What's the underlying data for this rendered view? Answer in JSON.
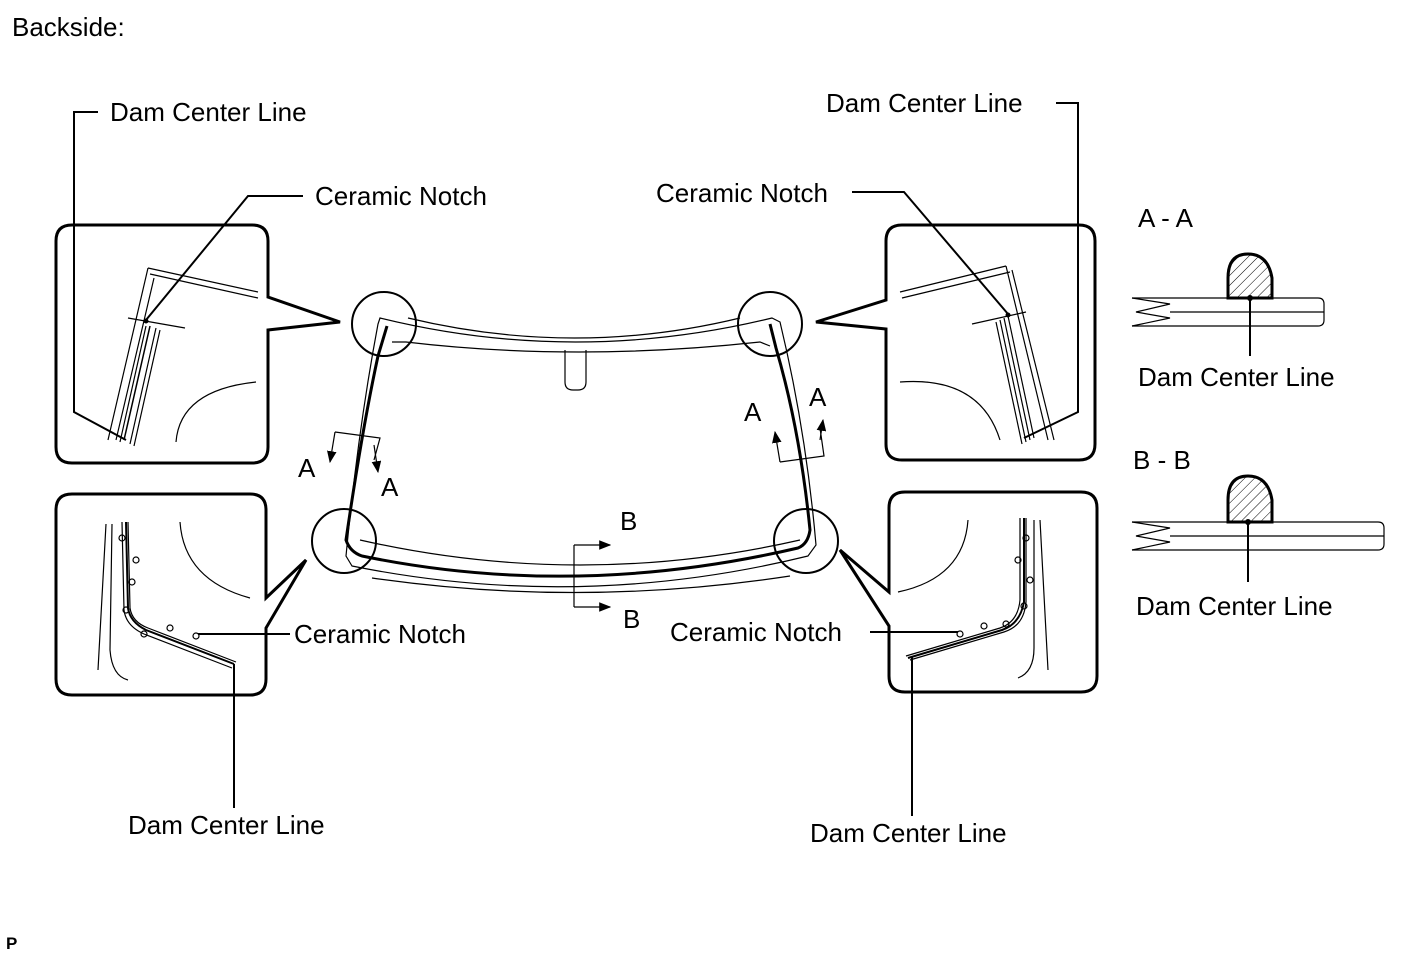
{
  "heading": "Backside:",
  "labels": {
    "dam_center_line": "Dam Center Line",
    "ceramic_notch": "Ceramic Notch"
  },
  "sections": {
    "a_title": "A - A",
    "b_title": "B - B",
    "a_marker": "A",
    "b_marker": "B"
  },
  "corner_mark": "P"
}
